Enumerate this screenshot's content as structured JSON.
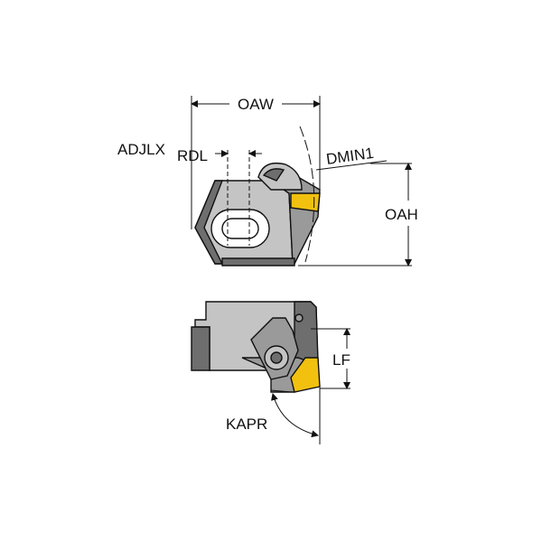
{
  "labels": {
    "oaw": "OAW",
    "adjlx": "ADJLX",
    "rdl": "RDL",
    "dmin1": "DMIN1",
    "oah": "OAH",
    "lf": "LF",
    "kapr": "KAPR"
  },
  "colors": {
    "body_light": "#c4c4c4",
    "body_mid": "#9a9a9a",
    "body_dark": "#6e6e6e",
    "slot_fill": "#ffffff",
    "insert": "#f2c10f",
    "line": "#111111"
  }
}
